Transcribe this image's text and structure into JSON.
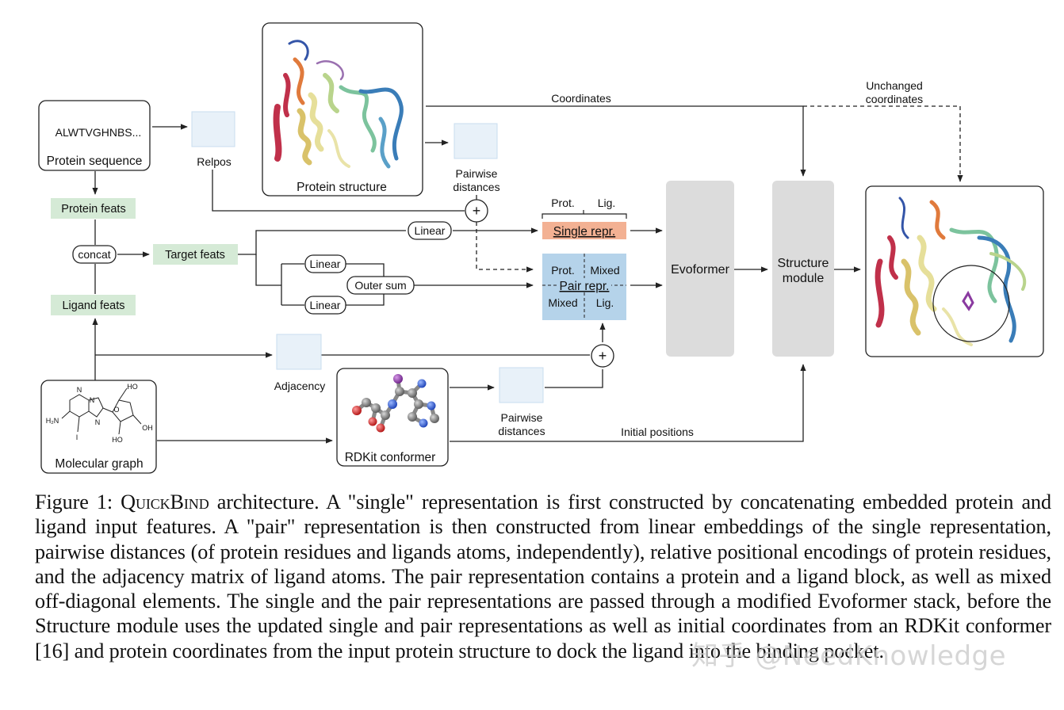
{
  "diagram": {
    "inputs": {
      "sequence_text": "ALWTVGHNBS...",
      "sequence_label": "Protein sequence",
      "structure_label": "Protein structure",
      "molecular_graph_label": "Molecular graph",
      "conformer_label": "RDKit conformer"
    },
    "molecule_atoms": {
      "n1": "N",
      "n2": "N",
      "n3": "N",
      "nh2": "H₂N",
      "iodine": "I",
      "ho_top": "HO",
      "oh_right": "OH",
      "ho_bottom": "HO",
      "ring_o": "O"
    },
    "features": {
      "protein_feats": "Protein feats",
      "ligand_feats": "Ligand feats",
      "target_feats": "Target feats",
      "concat": "concat"
    },
    "operations": {
      "linear_single": "Linear",
      "linear_top": "Linear",
      "linear_bottom": "Linear",
      "outer_sum": "Outer sum",
      "plus": "+"
    },
    "labels": {
      "relpos": "Relpos",
      "pairwise_top_1": "Pairwise",
      "pairwise_top_2": "distances",
      "pairwise_bottom_1": "Pairwise",
      "pairwise_bottom_2": "distances",
      "adjacency": "Adjacency",
      "coordinates": "Coordinates",
      "unchanged_1": "Unchanged",
      "unchanged_2": "coordinates",
      "initial_positions": "Initial positions"
    },
    "representations": {
      "prot_header": "Prot.",
      "lig_header": "Lig.",
      "single_repr": "Single repr.",
      "pair_prot": "Prot.",
      "pair_mixed_tr": "Mixed",
      "pair_repr": "Pair repr.",
      "pair_mixed_bl": "Mixed",
      "pair_lig": "Lig."
    },
    "modules": {
      "evoformer": "Evoformer",
      "structure_1": "Structure",
      "structure_2": "module"
    }
  },
  "caption": {
    "prefix": "Figure 1: ",
    "name": "QuickBind",
    "body": " architecture. A \"single\" representation is first constructed by concatenating embedded protein and ligand input features. A \"pair\" representation is then constructed from linear embeddings of the single representation, pairwise distances (of protein residues and ligands atoms, independently), relative positional encodings of protein residues, and the adjacency matrix of ligand atoms. The pair representation contains a protein and a ligand block, as well as mixed off-diagonal elements. The single and the pair representations are passed through a modified Evoformer stack, before the Structure module uses the updated single and pair representations as well as initial coordinates from an RDKit conformer [16] and protein coordinates from the input protein structure to dock the ligand into the binding pocket."
  },
  "watermark": "知乎 @NeedKnowledge",
  "colors": {
    "feat_green": "#d5ead6",
    "single_orange": "#f3b193",
    "pair_blue": "#b5d3ea",
    "placeholder_blue": "#e8f1f9",
    "module_gray": "#dcdcdc"
  }
}
